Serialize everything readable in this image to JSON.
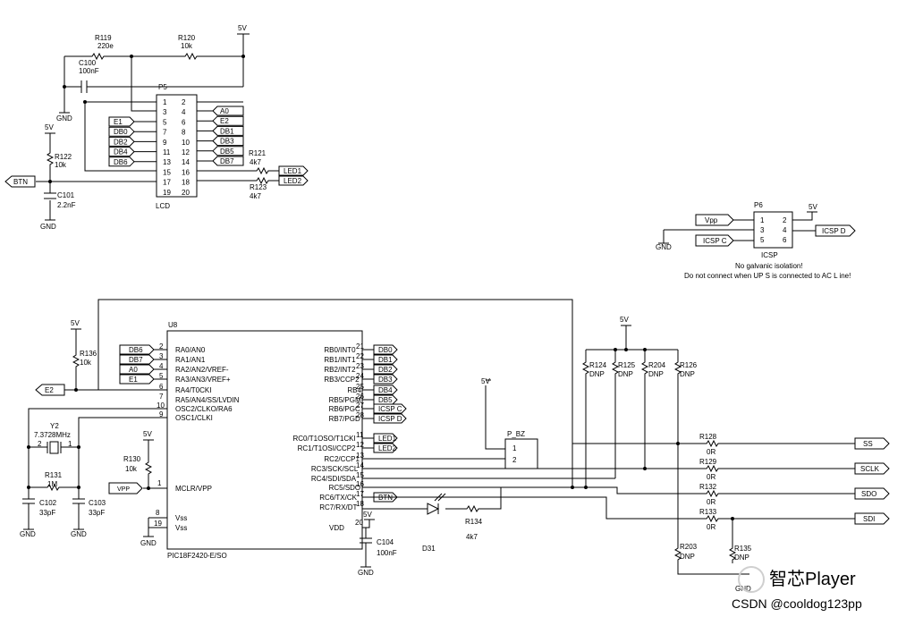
{
  "schematic": {
    "power": {
      "v5": "5V",
      "gnd": "GND"
    },
    "components": {
      "r119": {
        "ref": "R119",
        "value": "220e"
      },
      "r120": {
        "ref": "R120",
        "value": "10k"
      },
      "c100": {
        "ref": "C100",
        "value": "100nF"
      },
      "r122": {
        "ref": "R122",
        "value": "10k"
      },
      "c101": {
        "ref": "C101",
        "value": "2.2nF"
      },
      "r121": {
        "ref": "R121",
        "value": "4k7"
      },
      "r123": {
        "ref": "R123",
        "value": "4k7"
      },
      "r136": {
        "ref": "R136",
        "value": "10k"
      },
      "y2": {
        "ref": "Y2",
        "value": "7.3728MHz",
        "pin1": "1",
        "pin2": "2"
      },
      "r131": {
        "ref": "R131",
        "value": "1M"
      },
      "c102": {
        "ref": "C102",
        "value": "33pF"
      },
      "c103": {
        "ref": "C103",
        "value": "33pF"
      },
      "r130": {
        "ref": "R130",
        "value": "10k"
      },
      "c104": {
        "ref": "C104",
        "value": "100nF"
      },
      "d31": {
        "ref": "D31"
      },
      "r134": {
        "ref": "R134",
        "value": "4k7"
      },
      "r124": {
        "ref": "R124",
        "value": "DNP"
      },
      "r125": {
        "ref": "R125",
        "value": "DNP"
      },
      "r204": {
        "ref": "R204",
        "value": "DNP"
      },
      "r126": {
        "ref": "R126",
        "value": "DNP"
      },
      "r128": {
        "ref": "R128",
        "value": "0R"
      },
      "r129": {
        "ref": "R129",
        "value": "0R"
      },
      "r132": {
        "ref": "R132",
        "value": "0R"
      },
      "r133": {
        "ref": "R133",
        "value": "0R"
      },
      "r203": {
        "ref": "R203",
        "value": "DNP"
      },
      "r135": {
        "ref": "R135",
        "value": "DNP"
      }
    },
    "p5": {
      "ref": "P5",
      "name": "LCD",
      "left_pins": [
        "1",
        "3",
        "5",
        "7",
        "9",
        "11",
        "13",
        "15",
        "17",
        "19"
      ],
      "right_pins": [
        "2",
        "4",
        "6",
        "8",
        "10",
        "12",
        "14",
        "16",
        "18",
        "20"
      ],
      "left_tags": [
        "E1",
        "DB0",
        "DB2",
        "DB4",
        "DB6"
      ],
      "right_tags": [
        "A0",
        "E2",
        "DB1",
        "DB3",
        "DB5",
        "DB7"
      ],
      "led_tags": [
        "LED1",
        "LED2"
      ],
      "btn_tag": "BTN"
    },
    "p6": {
      "ref": "P6",
      "name": "ICSP",
      "left_pins": [
        "1",
        "3",
        "5"
      ],
      "right_pins": [
        "2",
        "4",
        "6"
      ],
      "vpp": "Vpp",
      "icsp_c": "ICSP C",
      "icsp_d": "ICSP D",
      "note1": "No galvanic isolation!",
      "note2": "Do not connect when UP    S is connected to AC L   ine!"
    },
    "u8": {
      "ref": "U8",
      "part": "PIC18F2420-E/SO",
      "left": [
        {
          "pin": "2",
          "name": "RA0/AN0",
          "tag": "DB6"
        },
        {
          "pin": "3",
          "name": "RA1/AN1",
          "tag": "DB7"
        },
        {
          "pin": "4",
          "name": "RA2/AN2/VREF-",
          "tag": "A0"
        },
        {
          "pin": "5",
          "name": "RA3/AN3/VREF+",
          "tag": "E1"
        },
        {
          "pin": "6",
          "name": "RA4/T0CKI",
          "tag": ""
        },
        {
          "pin": "7",
          "name": "RA5/AN4/SS/LVDIN",
          "tag": "E2"
        },
        {
          "pin": "10",
          "name": "OSC2/CLKO/RA6",
          "tag": ""
        },
        {
          "pin": "9",
          "name": "OSC1/CLKI",
          "tag": ""
        }
      ],
      "mclr": {
        "pin": "1",
        "name": "MCLR/VPP",
        "tag": "VPP"
      },
      "vss": [
        {
          "pin": "8",
          "name": "Vss"
        },
        {
          "pin": "19",
          "name": "Vss"
        }
      ],
      "right": [
        {
          "pin": "21",
          "name": "RB0/INT0",
          "tag": "DB0"
        },
        {
          "pin": "22",
          "name": "RB1/INT1",
          "tag": "DB1"
        },
        {
          "pin": "23",
          "name": "RB2/INT2",
          "tag": "DB2"
        },
        {
          "pin": "24",
          "name": "RB3/CCP2",
          "tag": "DB3"
        },
        {
          "pin": "25",
          "name": "RB4",
          "tag": "DB4"
        },
        {
          "pin": "26",
          "name": "RB5/PGM",
          "tag": "DB5"
        },
        {
          "pin": "27",
          "name": "RB6/PGC",
          "tag": "ICSP C"
        },
        {
          "pin": "28",
          "name": "RB7/PGD",
          "tag": "ICSP D"
        },
        {
          "pin": "11",
          "name": "RC0/T1OSO/T1CKI",
          "tag": "LED1"
        },
        {
          "pin": "12",
          "name": "RC1/T1OSI/CCP2",
          "tag": "LED2"
        },
        {
          "pin": "13",
          "name": "RC2/CCP1",
          "tag": ""
        },
        {
          "pin": "14",
          "name": "RC3/SCK/SCL",
          "tag": ""
        },
        {
          "pin": "15",
          "name": "RC4/SDI/SDA",
          "tag": ""
        },
        {
          "pin": "16",
          "name": "RC5/SDO",
          "tag": ""
        },
        {
          "pin": "17",
          "name": "RC6/TX/CK",
          "tag": "BTN"
        },
        {
          "pin": "18",
          "name": "RC7/RX/DT",
          "tag": ""
        }
      ],
      "vdd": {
        "pin": "20",
        "name": "VDD"
      }
    },
    "buzzer": {
      "ref": "P_BZ",
      "pin1": "1",
      "pin2": "2"
    },
    "spi": {
      "ss": "SS",
      "sclk": "SCLK",
      "sdo": "SDO",
      "sdi": "SDI"
    },
    "watermark": {
      "brand": "智芯Player",
      "credit": "CSDN @cooldog123pp"
    }
  }
}
